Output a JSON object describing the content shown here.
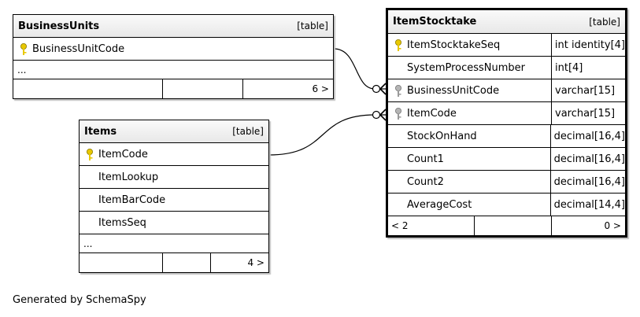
{
  "business_units": {
    "name": "BusinessUnits",
    "tag": "[table]",
    "columns": [
      {
        "name": "BusinessUnitCode"
      }
    ],
    "ellipsis": "...",
    "footer": [
      "",
      "",
      "6 >"
    ]
  },
  "items": {
    "name": "Items",
    "tag": "[table]",
    "columns": [
      {
        "name": "ItemCode"
      },
      {
        "name": "ItemLookup"
      },
      {
        "name": "ItemBarCode"
      },
      {
        "name": "ItemsSeq"
      }
    ],
    "ellipsis": "...",
    "footer": [
      "",
      "",
      "4 >"
    ]
  },
  "item_stocktake": {
    "name": "ItemStocktake",
    "tag": "[table]",
    "columns": [
      {
        "name": "ItemStocktakeSeq",
        "type": "int identity[4]"
      },
      {
        "name": "SystemProcessNumber",
        "type": "int[4]"
      },
      {
        "name": "BusinessUnitCode",
        "type": "varchar[15]"
      },
      {
        "name": "ItemCode",
        "type": "varchar[15]"
      },
      {
        "name": "StockOnHand",
        "type": "decimal[16,4]"
      },
      {
        "name": "Count1",
        "type": "decimal[16,4]"
      },
      {
        "name": "Count2",
        "type": "decimal[16,4]"
      },
      {
        "name": "AverageCost",
        "type": "decimal[14,4]"
      }
    ],
    "footer": [
      "< 2",
      "",
      "0 >"
    ]
  },
  "colors": {
    "primary_key": "#e8c800",
    "foreign_key": "#9a9a9a"
  },
  "icons": {
    "primary_key": "key-icon",
    "foreign_key": "foreign-key-icon"
  },
  "footer_text": "Generated by SchemaSpy"
}
